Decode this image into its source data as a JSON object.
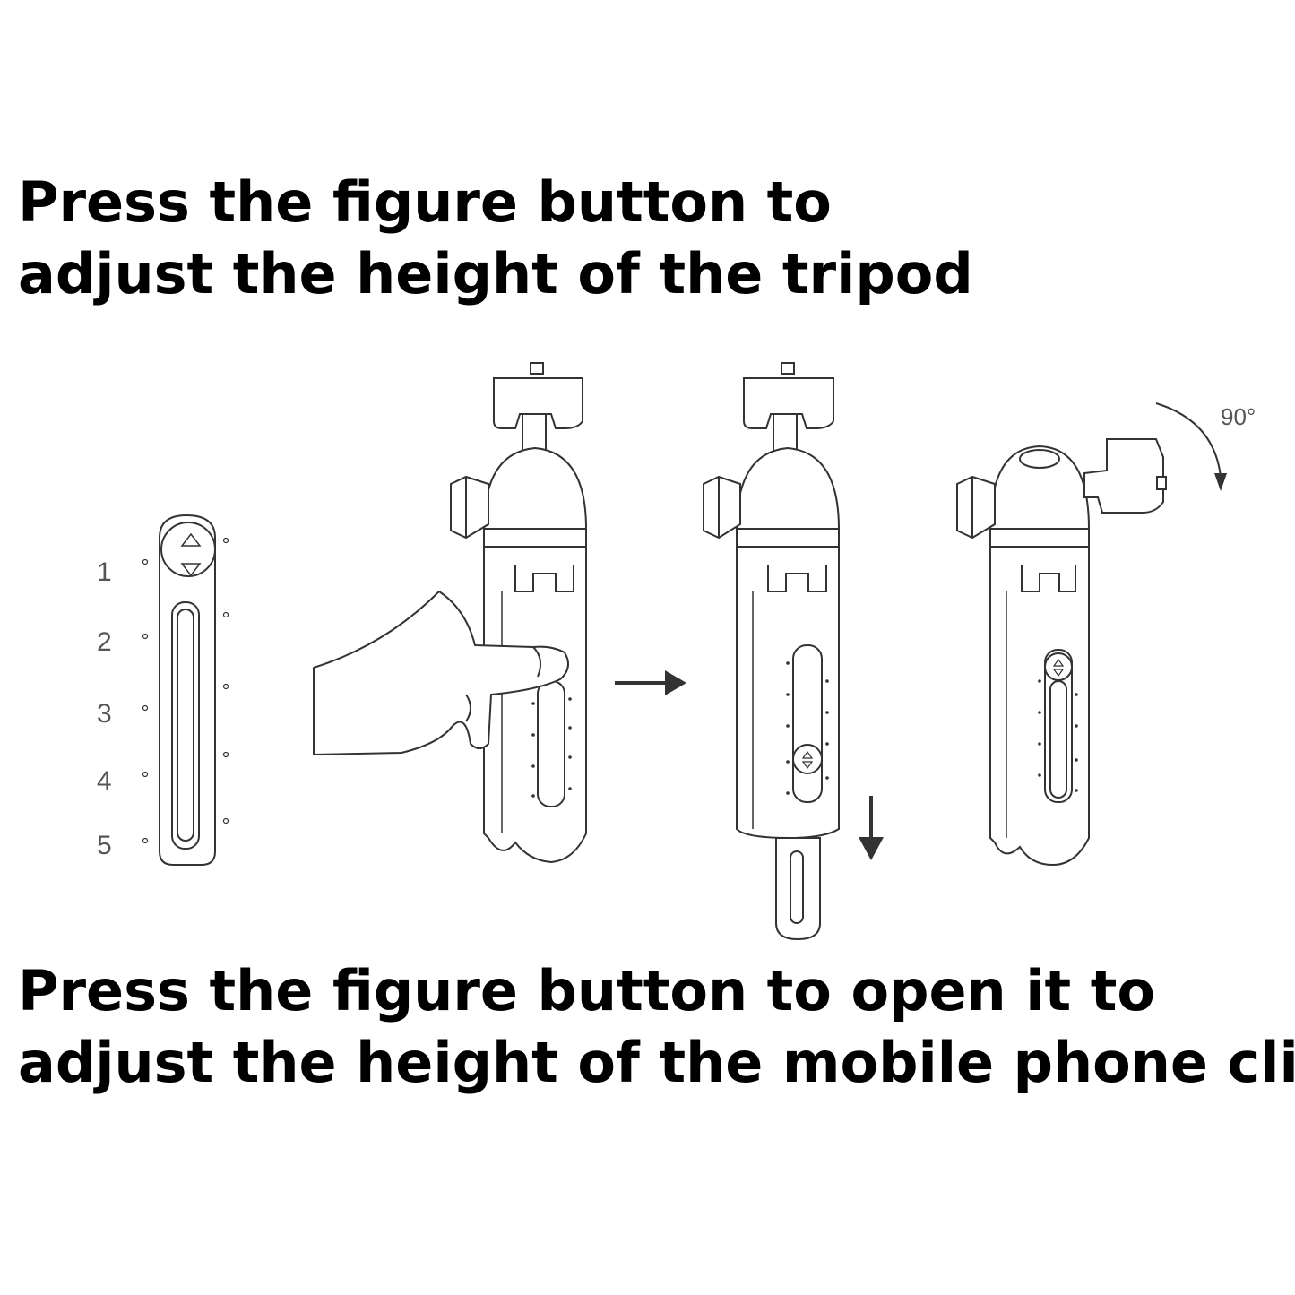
{
  "headings": {
    "top": {
      "line1": "Press the figure button to",
      "line2": "adjust the height of the tripod"
    },
    "bottom": {
      "line1": "Press the figure button to open it to",
      "line2": "adjust the height of the mobile phone clip"
    }
  },
  "scale_labels": [
    "1",
    "2",
    "3",
    "4",
    "5"
  ],
  "rotation_label": "90°",
  "icons": {
    "slider_button": "up-down-arrows-icon",
    "step_arrow": "arrow-right-icon",
    "extend_arrow": "arrow-down-icon",
    "rotate_arrow": "curved-arrow-icon",
    "hand": "hand-icon"
  },
  "colors": {
    "text": "#000000",
    "line_art": "#333333",
    "labels": "#555555",
    "background": "#ffffff"
  }
}
